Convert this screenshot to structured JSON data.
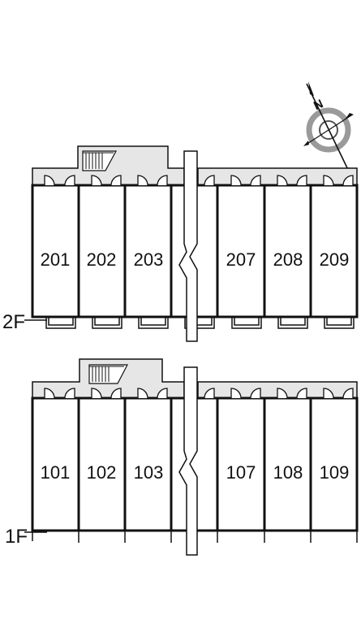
{
  "compass": {
    "north_label": "N",
    "icon": "compass-rose-icon"
  },
  "floors": [
    {
      "id": "2F",
      "label": "2F",
      "units": [
        "201",
        "202",
        "203",
        "207",
        "208",
        "209"
      ]
    },
    {
      "id": "1F",
      "label": "1F",
      "units": [
        "101",
        "102",
        "103",
        "107",
        "108",
        "109"
      ]
    }
  ],
  "colors": {
    "corridor": "#e6e6e6",
    "line": "#111111",
    "background": "#ffffff"
  }
}
